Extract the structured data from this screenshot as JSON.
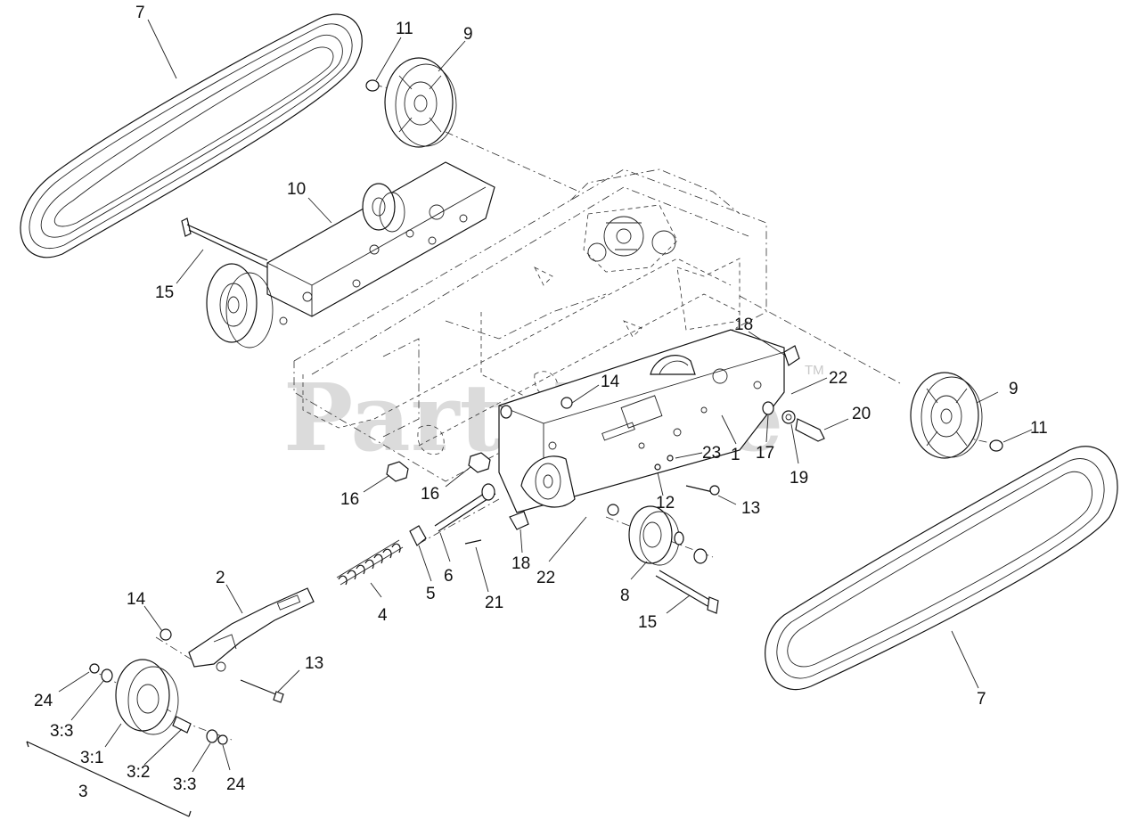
{
  "watermark": {
    "text": "PartsTree",
    "trademark": "TM"
  },
  "labels": {
    "l7a": "7",
    "l11a": "11",
    "l9a": "9",
    "l10": "10",
    "l15a": "15",
    "l18a": "18",
    "l14a": "14",
    "l22a": "22",
    "l9b": "9",
    "l20": "20",
    "l11b": "11",
    "l17": "17",
    "l19": "19",
    "l23": "23",
    "l1": "1",
    "l16a": "16",
    "l16b": "16",
    "l12": "12",
    "l13a": "13",
    "l6": "6",
    "l5": "5",
    "l21": "21",
    "l18b": "18",
    "l22b": "22",
    "l8": "8",
    "l15b": "15",
    "l4": "4",
    "l2": "2",
    "l14b": "14",
    "l13b": "13",
    "l24a": "24",
    "l33a": "3:3",
    "l31": "3:1",
    "l32": "3:2",
    "l33b": "3:3",
    "l24b": "24",
    "l3": "3",
    "l7b": "7"
  }
}
